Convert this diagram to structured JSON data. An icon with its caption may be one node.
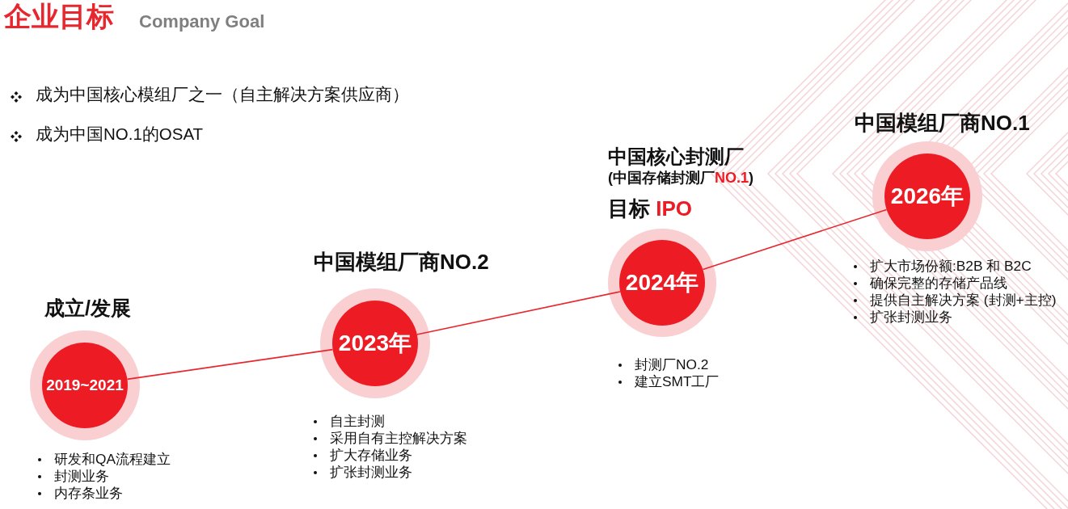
{
  "diagram": {
    "title": "企业目标",
    "nodes": [
      {
        "text": [
          "成立/发展",
          "2019~2021"
        ],
        "beside": [
          "研发和QA流程建立",
          "封测业务",
          "内存条业务"
        ]
      },
      {
        "text": [
          "中国模组厂商NO.2",
          "2023年"
        ],
        "beside": [
          "自主封测",
          "采用自有主控解决方案",
          "扩大存储业务",
          "扩张封测业务"
        ]
      },
      {
        "text": [
          "中国核心封测厂",
          "(中国存储封测厂**NO.1**)",
          "目标 **IPO**",
          "2024年"
        ],
        "beside": [
          "封测厂NO.2",
          "建立SMT工厂"
        ]
      },
      {
        "text": [
          "中国模组厂商NO.1",
          "2026年"
        ],
        "beside": [
          "扩大市场份额:B2B 和 B2C",
          "确保完整的存储产品线",
          "提供自主解决方案 (封测+主控)",
          "扩张封测业务"
        ]
      }
    ],
    "edges": [
      {
        "from": 0,
        "to": 1,
        "arrow": "none"
      },
      {
        "from": 1,
        "to": 2,
        "arrow": "none"
      },
      {
        "from": 2,
        "to": 3,
        "arrow": "none"
      }
    ],
    "labels": [
      "Company Goal",
      "成为中国核心模组厂之一（自主解决方案供应商）",
      "成为中国NO.1的OSAT"
    ]
  }
}
